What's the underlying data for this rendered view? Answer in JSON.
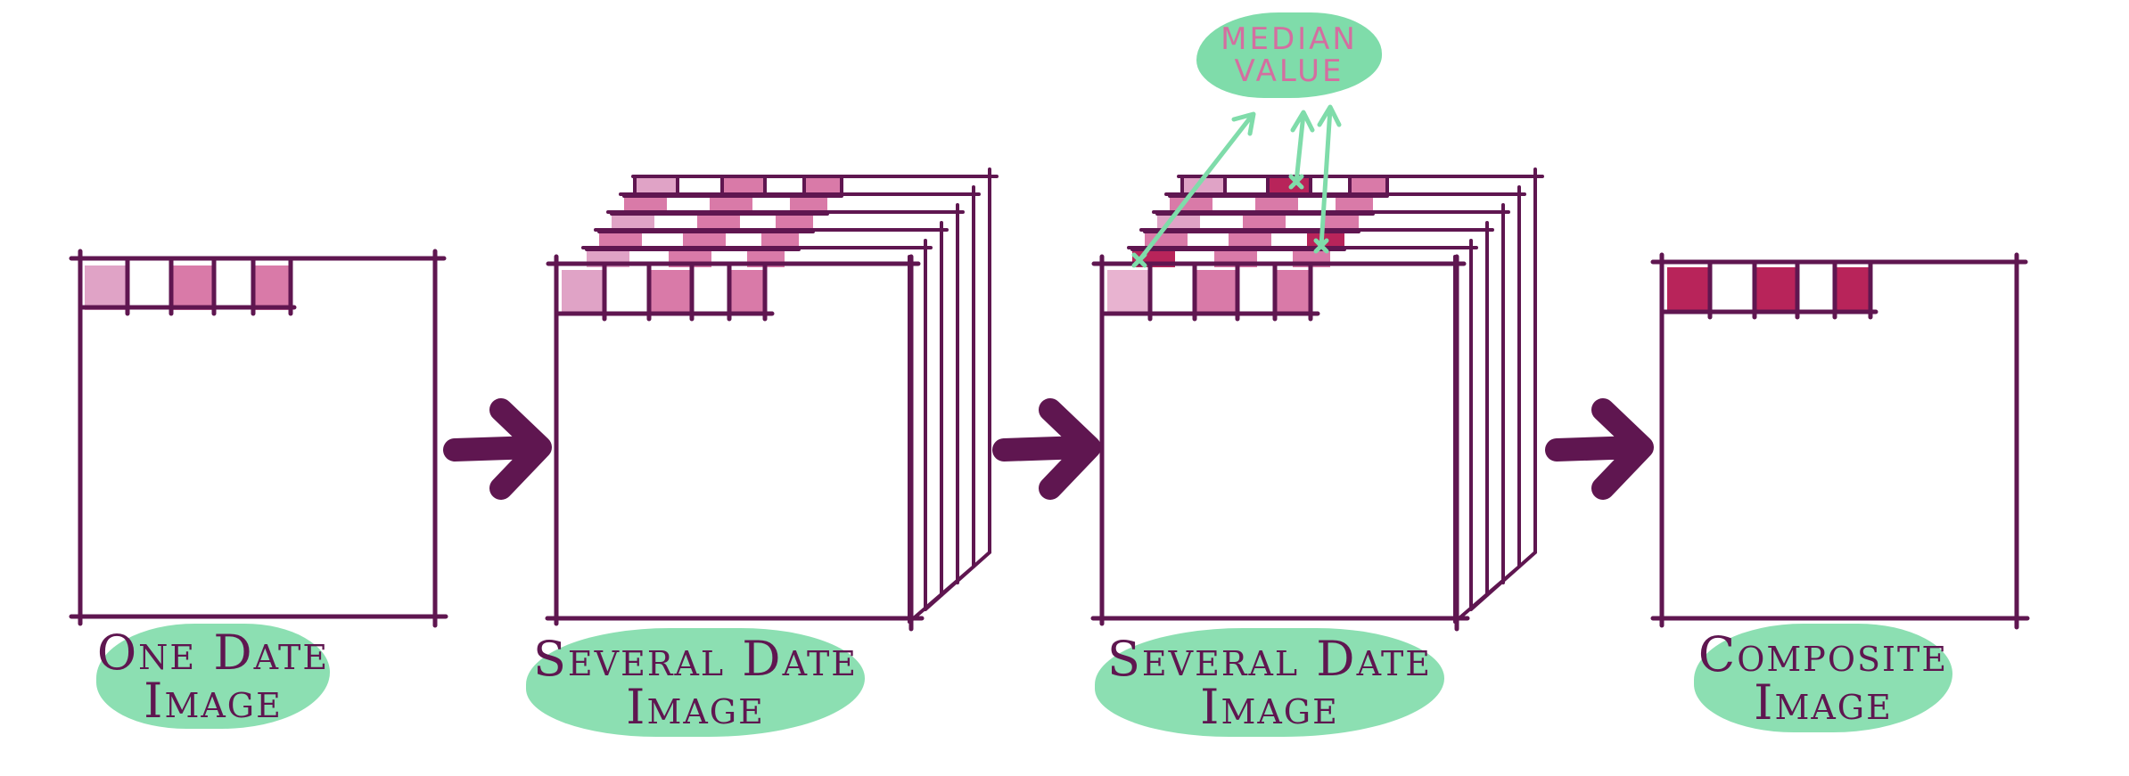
{
  "labels": {
    "one_date_line1": "One Date",
    "one_date_line2": "Image",
    "several_a_line1": "Several Date",
    "several_a_line2": "Image",
    "several_b_line1": "Several Date",
    "several_b_line2": "Image",
    "composite_line1": "Composite",
    "composite_line2": "Image",
    "median_line1": "MEDIAN",
    "median_line2": "VALUE"
  },
  "colors": {
    "outline": "#5f1650",
    "pixel_light": "#e0a3c6",
    "pixel_mid": "#d97aa8",
    "pixel_dark": "#b8245a",
    "label_blob": "#7fdcaa",
    "arrow": "#5f1650",
    "median_text": "#d46ea0"
  }
}
